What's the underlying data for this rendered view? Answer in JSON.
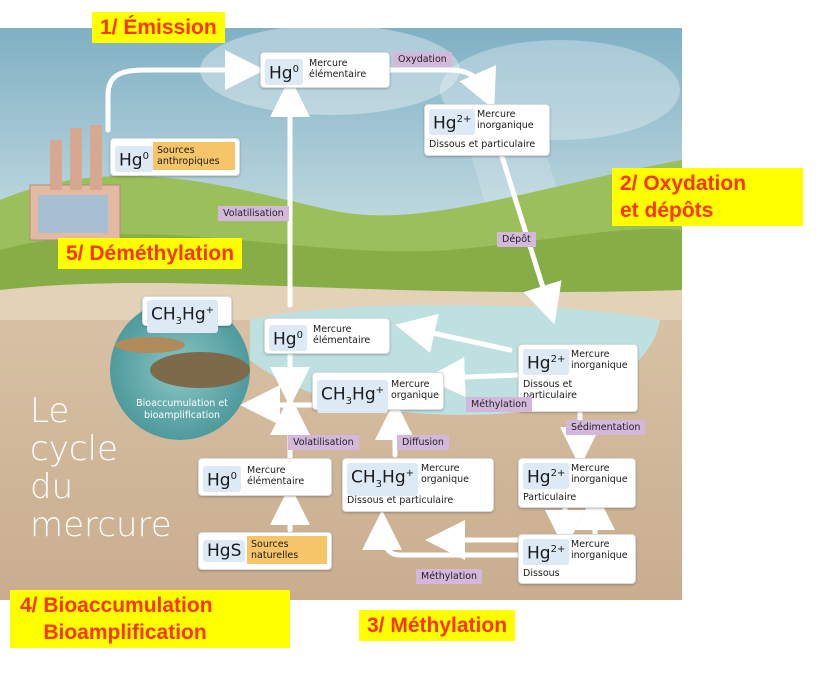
{
  "title_lines": [
    "Le",
    "cycle",
    "du",
    "mercure"
  ],
  "steps": {
    "emission": "1/ Émission",
    "oxydation": "2/ Oxydation\net dépôts",
    "methylation": "3/ Méthylation",
    "bioaccumulation": "4/ Bioaccumulation\n    Bioamplification",
    "demethylation": "5/ Déméthylation"
  },
  "nodes": {
    "hg0_top": {
      "name": "Mercure\nélémentaire"
    },
    "hg2_air": {
      "name": "Mercure\ninorganique",
      "sub": "Dissous et particulaire"
    },
    "hg0_sources": {
      "name": "Sources\nanthropiques"
    },
    "hg0_lake": {
      "name": "Mercure\nélémentaire"
    },
    "hg2_lake": {
      "name": "Mercure\ninorganique",
      "sub": "Dissous et\nparticulaire"
    },
    "ch3_lake": {
      "name": "Mercure\norganique"
    },
    "hg0_ground": {
      "name": "Mercure\nélémentaire"
    },
    "ch3_sed": {
      "name": "Mercure\norganique",
      "sub": "Dissous et particulaire"
    },
    "hg2_part": {
      "name": "Mercure\ninorganique",
      "sub": "Particulaire"
    },
    "hg2_dis": {
      "name": "Mercure\ninorganique",
      "sub": "Dissous"
    },
    "hgs": {
      "name": "Sources\nnaturelles"
    }
  },
  "process_labels": {
    "oxydation": "Oxydation",
    "volatilisation_top": "Volatilisation",
    "depot": "Dépôt",
    "sedimentation": "Sédimentation",
    "methylation_lake": "Méthylation",
    "diffusion": "Diffusion",
    "volatilisation_low": "Volatilisation",
    "methylation_low": "Méthylation"
  },
  "fish_panel": {
    "label": "Bioaccumulation et\nbioamplification"
  },
  "colors": {
    "highlight": "#ffff00",
    "step_text": "#ff3300",
    "symbol_bg": "#ddeaf6",
    "source_bg": "#f6c56a",
    "process_bg": "#d4b8dc",
    "water": "#bfe0e0"
  }
}
